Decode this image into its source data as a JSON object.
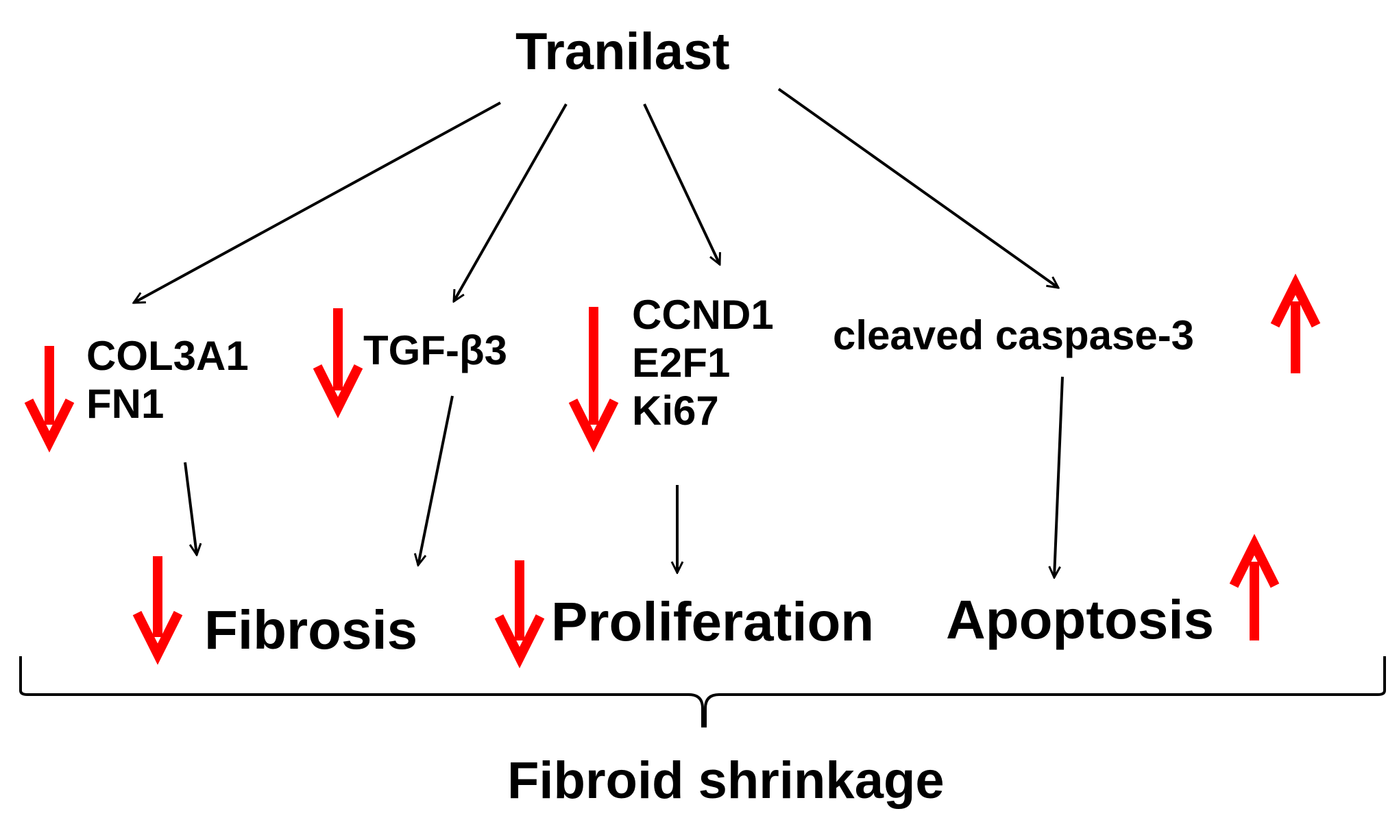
{
  "root": {
    "label": "Tranilast"
  },
  "targets": {
    "matrix": {
      "items": [
        "COL3A1",
        "FN1"
      ],
      "direction": "down"
    },
    "tgf": {
      "label": "TGF-β3",
      "direction": "down"
    },
    "cell_cycle": {
      "items": [
        "CCND1",
        "E2F1",
        "Ki67"
      ],
      "direction": "down"
    },
    "caspase": {
      "label": "cleaved caspase-3",
      "direction": "up"
    }
  },
  "outcomes": {
    "fibrosis": {
      "label": "Fibrosis",
      "direction": "down"
    },
    "proliferation": {
      "label": "Proliferation",
      "direction": "down"
    },
    "apoptosis": {
      "label": "Apoptosis",
      "direction": "up"
    }
  },
  "result": {
    "label": "Fibroid shrinkage"
  },
  "colors": {
    "line": "#000000",
    "indicator": "#ff0000"
  }
}
